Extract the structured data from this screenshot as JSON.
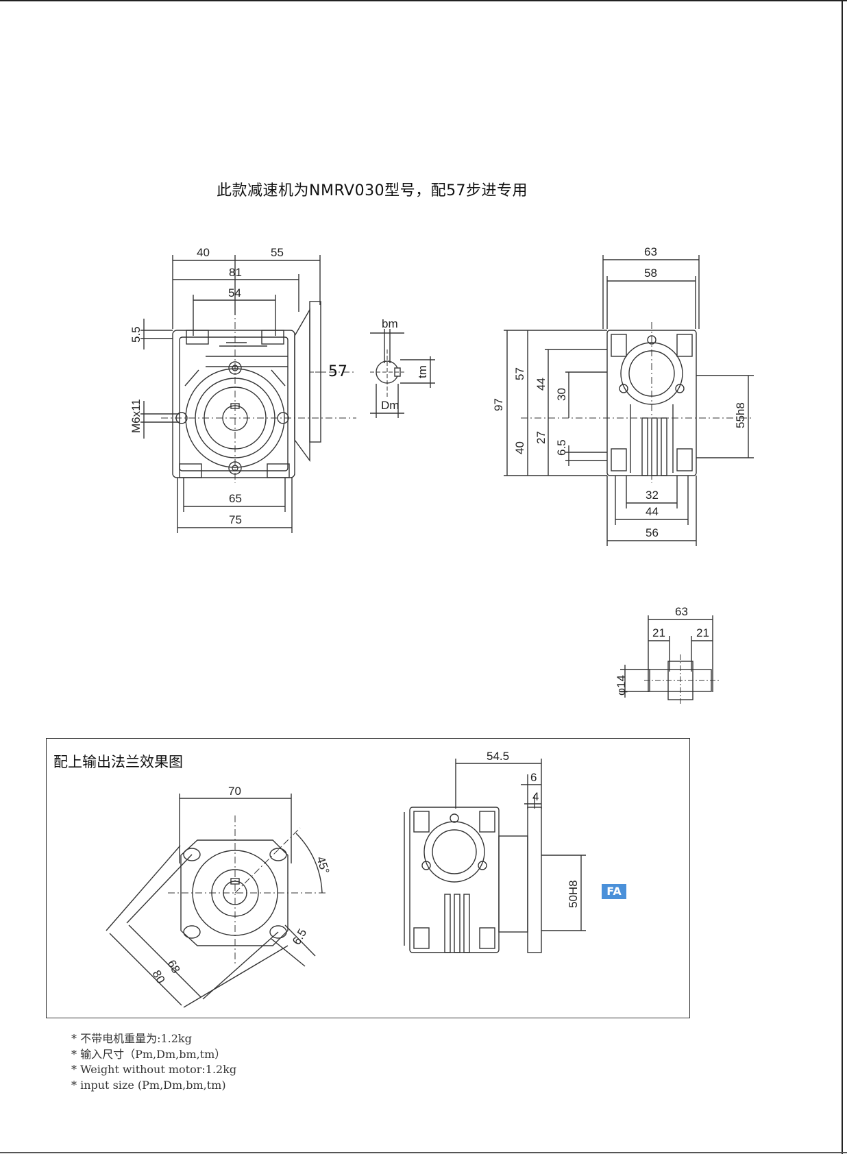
{
  "title": "此款减速机为NMRV030型号，配57步进专用",
  "front_view": {
    "dims": [
      "40",
      "55",
      "81",
      "54",
      "5.5",
      "M6x11",
      "65",
      "75"
    ],
    "motor_size": "57"
  },
  "shaft_detail": {
    "dims": [
      "bm",
      "tm",
      "Dm"
    ]
  },
  "side_view": {
    "dims": [
      "63",
      "58",
      "97",
      "57",
      "44",
      "30",
      "40",
      "27",
      "6.5",
      "55h8",
      "32",
      "44",
      "56"
    ]
  },
  "shaft_view": {
    "dims": [
      "63",
      "21",
      "21",
      "φ14"
    ]
  },
  "flange_section": {
    "title": "配上输出法兰效果图",
    "flange_front_dims": [
      "70",
      "45°",
      "68",
      "80",
      "6.5"
    ],
    "flange_side_dims": [
      "54.5",
      "6",
      "4",
      "50H8"
    ],
    "badge": "FA"
  },
  "notes": [
    "* 不带电机重量为:1.2kg",
    "* 输入尺寸（Pm,Dm,bm,tm）",
    "* Weight without motor:1.2kg",
    "* input size (Pm,Dm,bm,tm)"
  ]
}
